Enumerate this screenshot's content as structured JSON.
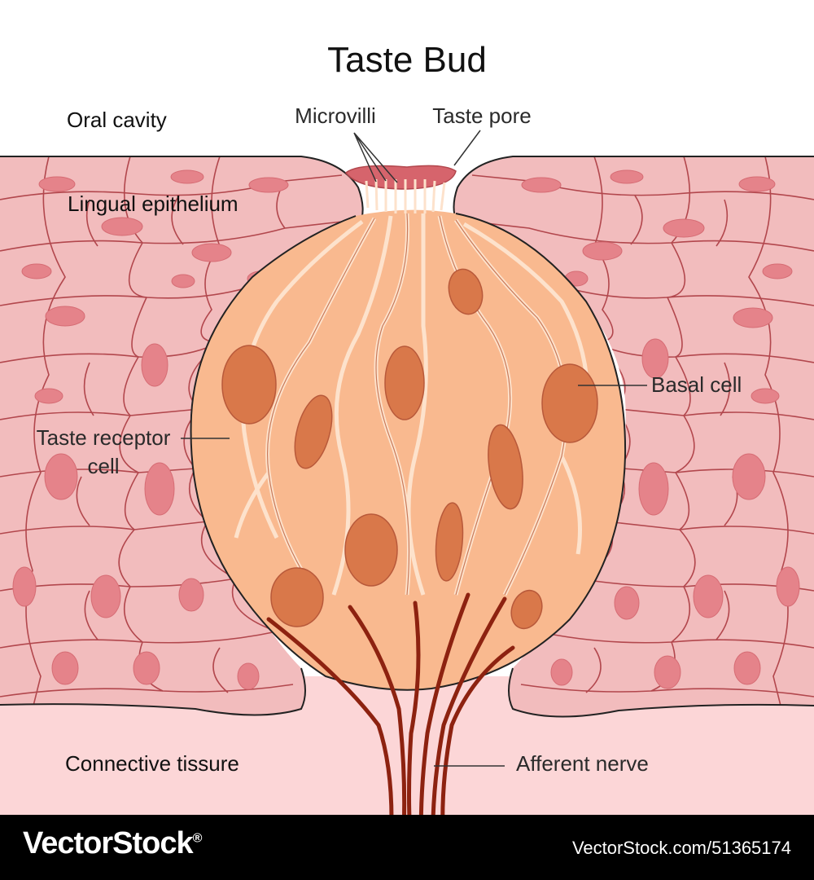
{
  "title": "Taste Bud",
  "regions": {
    "oral_cavity": "Oral cavity",
    "lingual_epithelium": "Lingual epithelium",
    "connective_tissue": "Connective tissure"
  },
  "labels": {
    "microvilli": "Microvilli",
    "taste_pore": "Taste pore",
    "basal_cell": "Basal cell",
    "taste_receptor_line1": "Taste receptor",
    "taste_receptor_line2": "cell",
    "afferent_nerve": "Afferent nerve"
  },
  "footer": {
    "brand": "VectorStock",
    "brand_mark": "®",
    "stock_id": "VectorStock.com/51365174"
  },
  "colors": {
    "epithelium": "#f2bcbd",
    "cell_border": "#b2474d",
    "epithelium_nucleus": "#e5838a",
    "connective_tissue": "#fcd6d7",
    "bud_fill": "#f9b98f",
    "bud_cell_border": "#fde2cc",
    "bud_nucleus": "#d9784a",
    "nerve": "#8d2210",
    "pore_mucus": "#d6646c"
  }
}
